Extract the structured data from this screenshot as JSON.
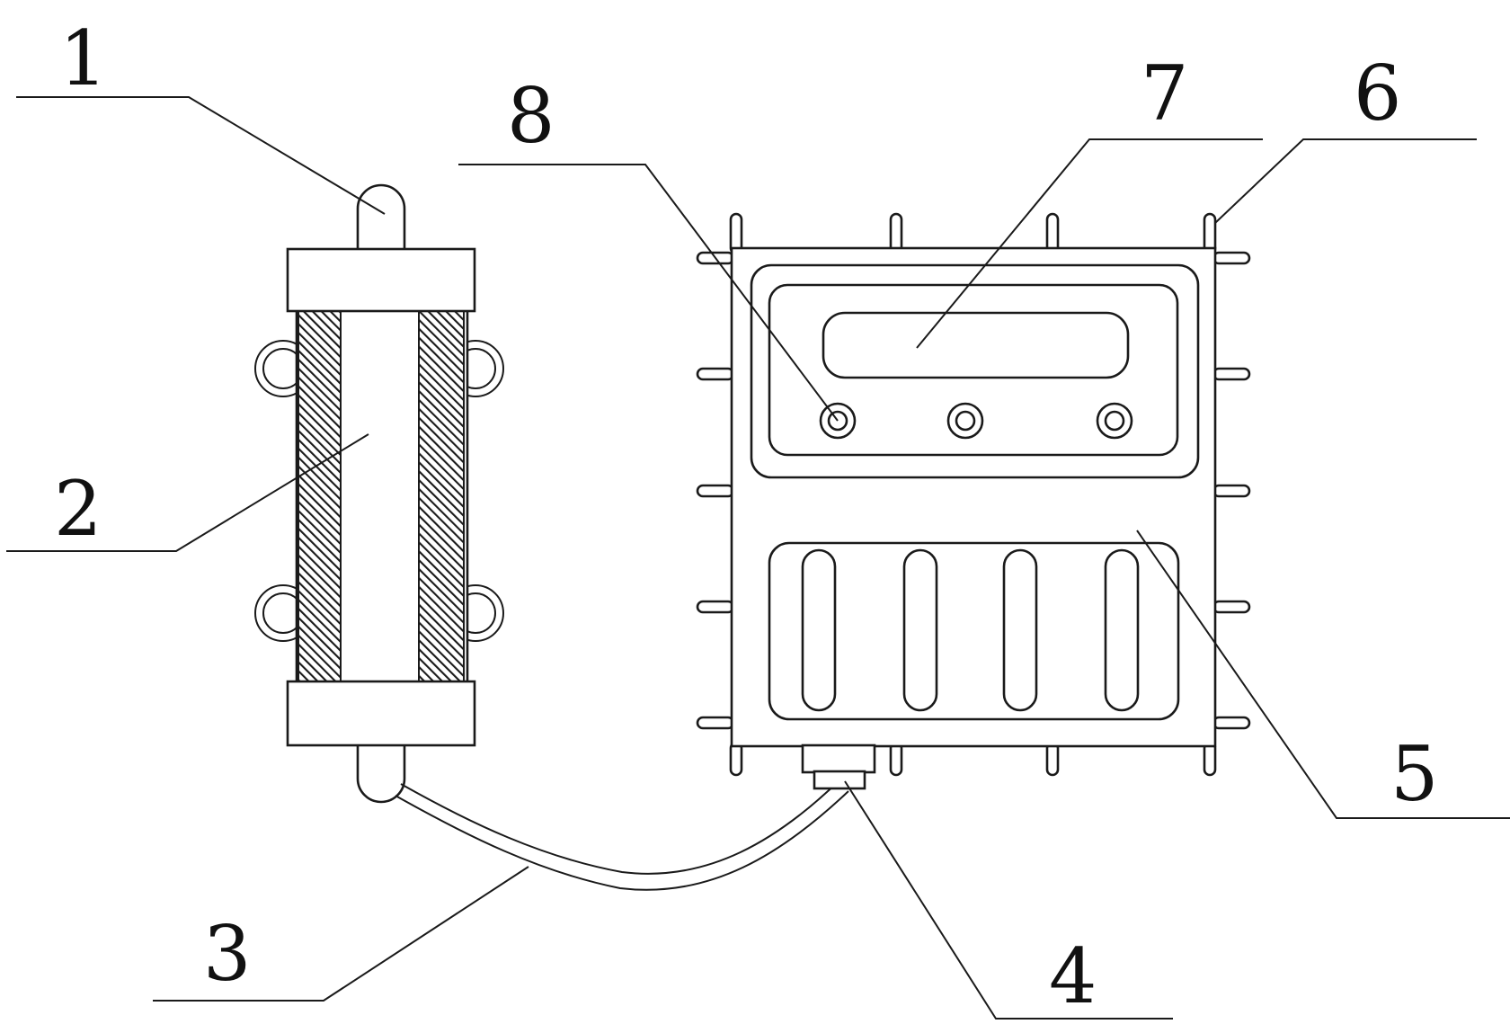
{
  "labels": {
    "n1": "1",
    "n2": "2",
    "n3": "3",
    "n4": "4",
    "n5": "5",
    "n6": "6",
    "n7": "7",
    "n8": "8"
  },
  "colors": {
    "line": "#1a1a1a",
    "hatch": "#2b2b2b",
    "background": "#ffffff"
  }
}
